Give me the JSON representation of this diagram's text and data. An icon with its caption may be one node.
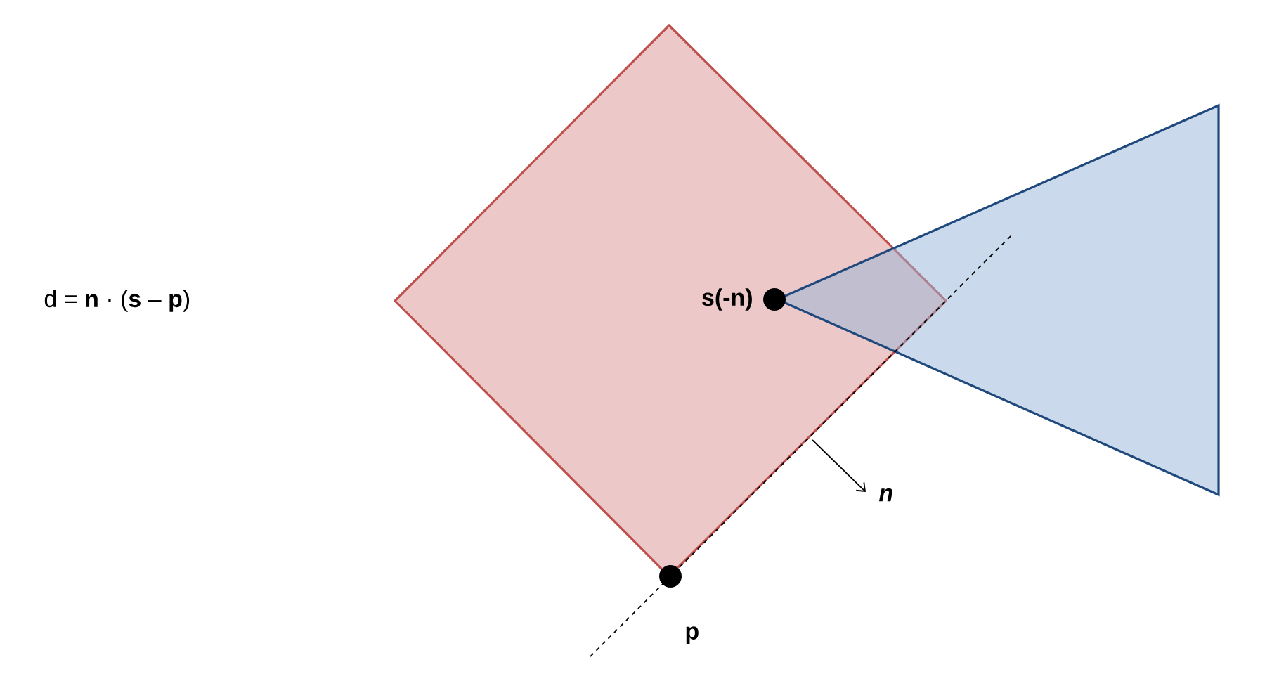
{
  "diagram": {
    "labels": [
      "d = **n** · (**s** – **p**)",
      "s(-n)",
      "p",
      "n"
    ]
  }
}
